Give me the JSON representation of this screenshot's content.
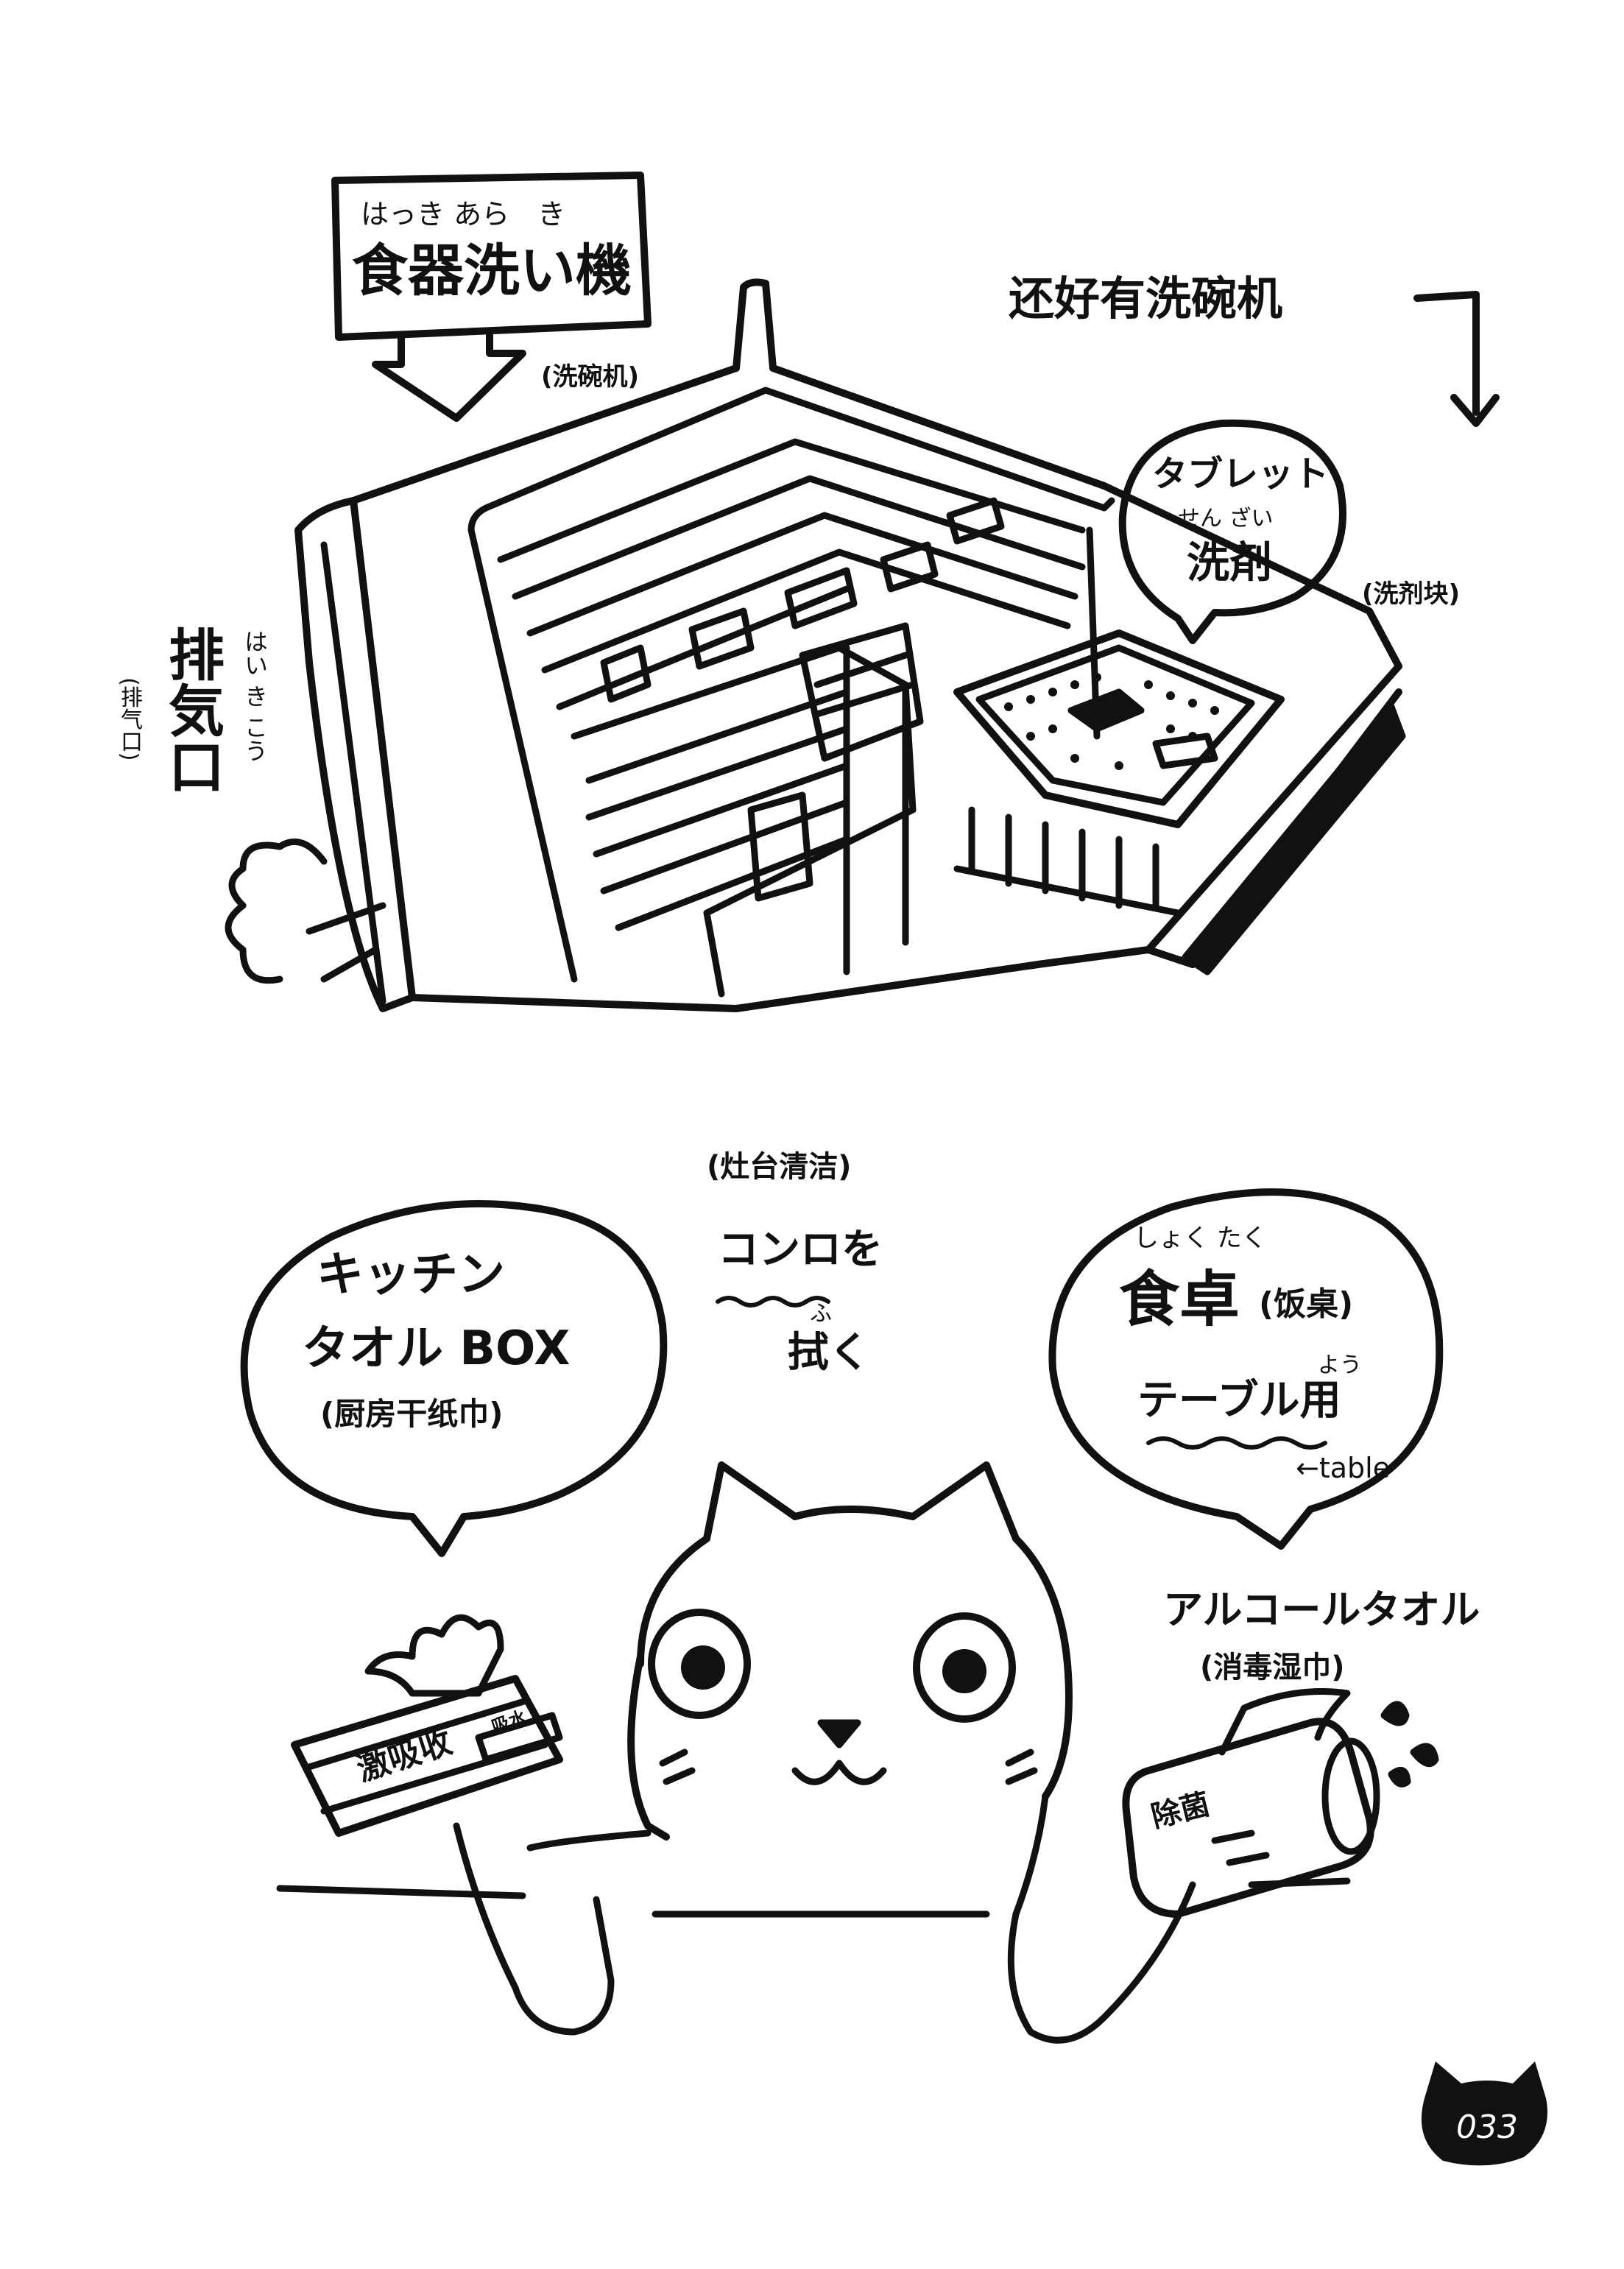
{
  "colors": {
    "ink": "#111111",
    "paper": "#ffffff"
  },
  "dishwasher": {
    "label_box": {
      "ruby": "はっき あら　き",
      "main": "食器洗い機",
      "cn": "(洗碗机)"
    },
    "comment": "还好有洗碗机",
    "tablet_bubble": {
      "line1": "タブレット",
      "ruby": "せん ざい",
      "main": "洗剤",
      "cn": "(洗剂块)"
    },
    "vent": {
      "main": "排気口",
      "ruby": "はい き こう",
      "cn": "(排气口)"
    }
  },
  "kitchen": {
    "towel_bubble": {
      "line1": "キッチン",
      "line2": "タオル BOX",
      "cn": "(厨房干纸巾)"
    },
    "stove": {
      "cn": "(灶台清洁)",
      "line1": "コンロを",
      "ruby": "ふ",
      "line2": "拭く"
    },
    "table_bubble": {
      "ruby": "しょく たく",
      "main": "食卓",
      "cn": "(饭桌)",
      "line2": "テーブル用",
      "ruby2": "よう",
      "note": "←table"
    },
    "alcohol": {
      "main": "アルコールタオル",
      "cn": "(消毒湿巾)"
    },
    "box_print": {
      "main": "激吸收",
      "tag": "吸水"
    },
    "roll_print": "除菌"
  },
  "page_number": "033"
}
